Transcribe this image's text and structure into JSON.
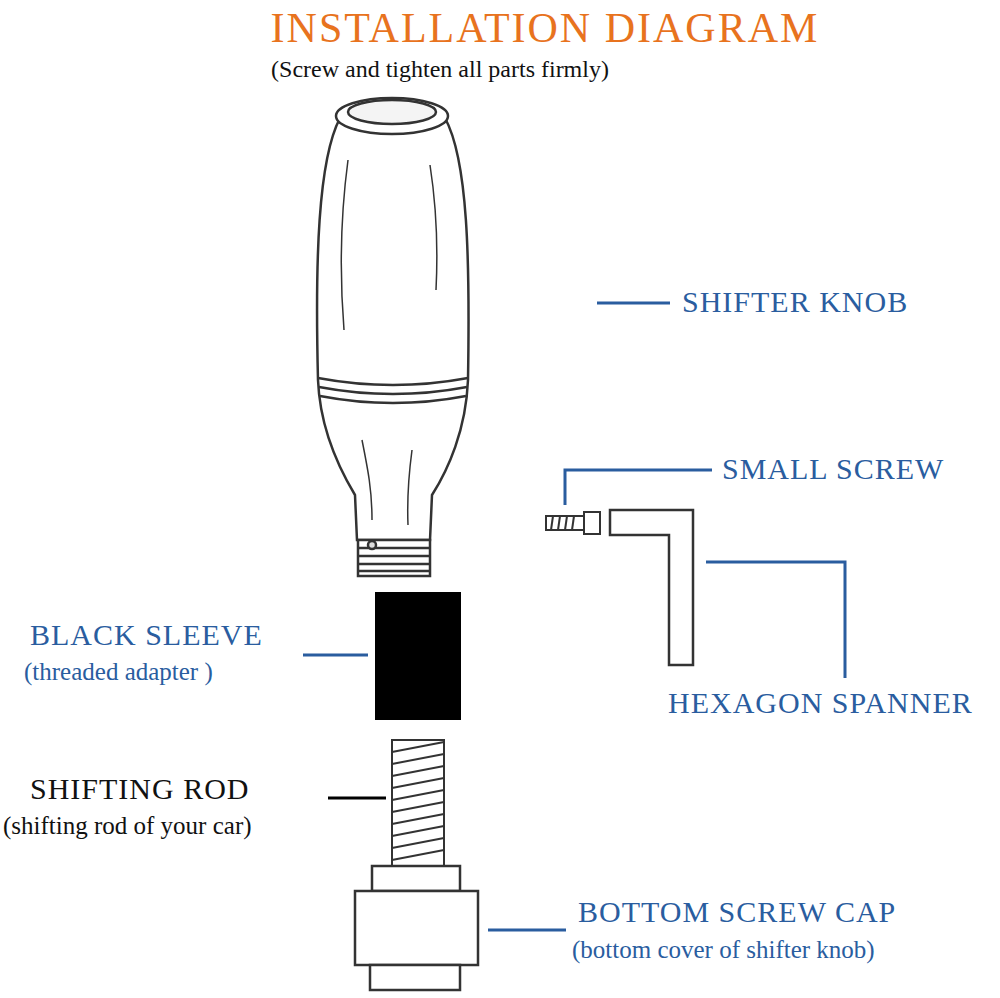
{
  "diagram": {
    "title": "INSTALLATION DIAGRAM",
    "labels": [
      "(Screw and tighten all parts firmly)",
      "SHIFTER KNOB",
      "SMALL SCREW",
      "BLACK SLEEVE",
      "(threaded adapter )",
      "HEXAGON SPANNER",
      "SHIFTING ROD",
      "(shifting rod of your car)",
      "BOTTOM SCREW CAP",
      "(bottom cover of shifter knob)"
    ]
  }
}
